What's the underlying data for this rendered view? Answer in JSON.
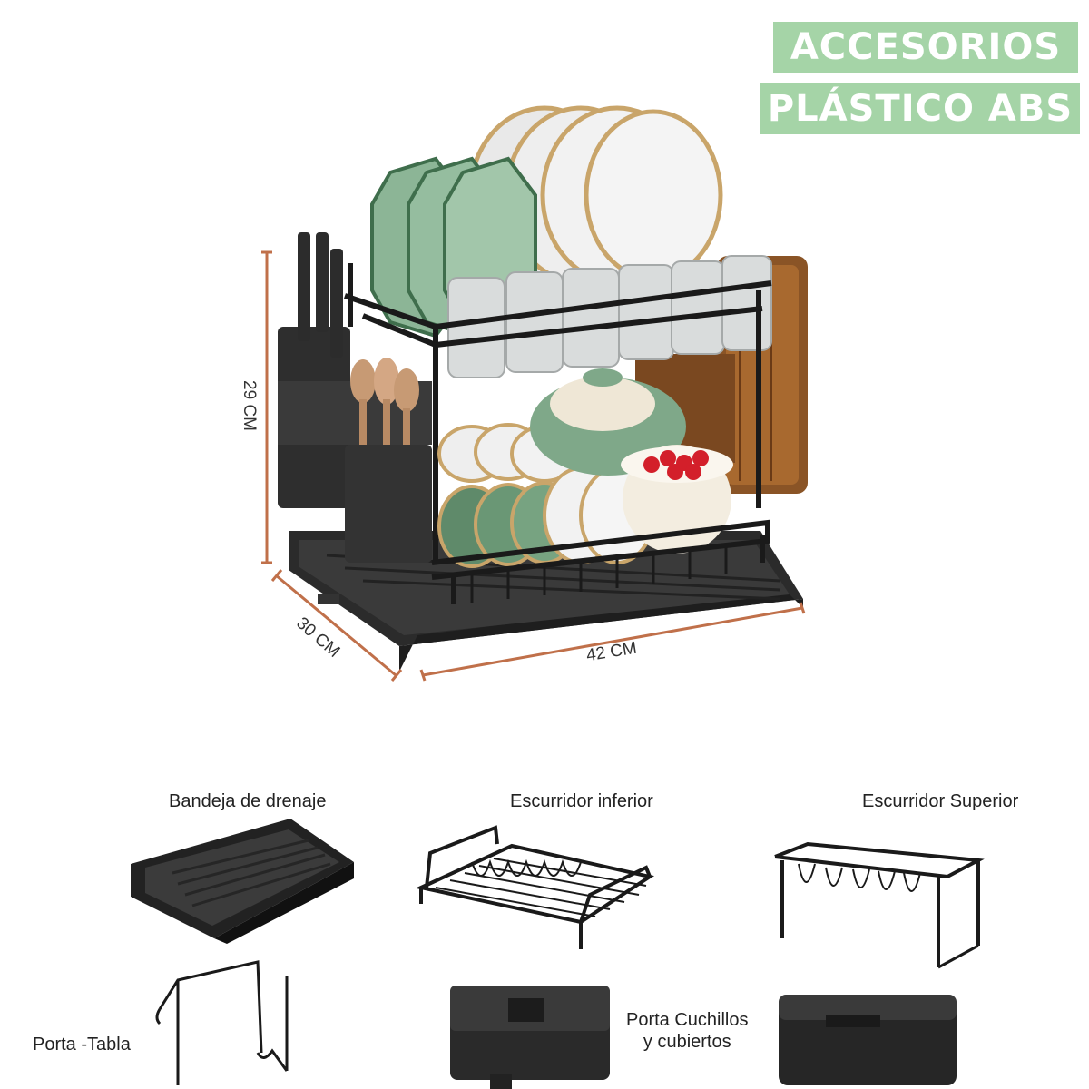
{
  "badges": {
    "accessories": "ACCESORIOS",
    "material": "PLÁSTICO ABS"
  },
  "dimensions": {
    "height": "29 CM",
    "depth": "30 CM",
    "width": "42 CM"
  },
  "parts": {
    "tray": "Bandeja de drenaje",
    "lower_rack": "Escurridor inferior",
    "upper_rack": "Escurridor Superior",
    "board_holder": "Porta -Tabla",
    "knife_holder_line1": "Porta Cuchillos",
    "knife_holder_line2": "y cubiertos"
  },
  "colors": {
    "badge_bg": "#a5d4a7",
    "dimension_line": "#c0704a",
    "rack": "#1a1a1a"
  }
}
